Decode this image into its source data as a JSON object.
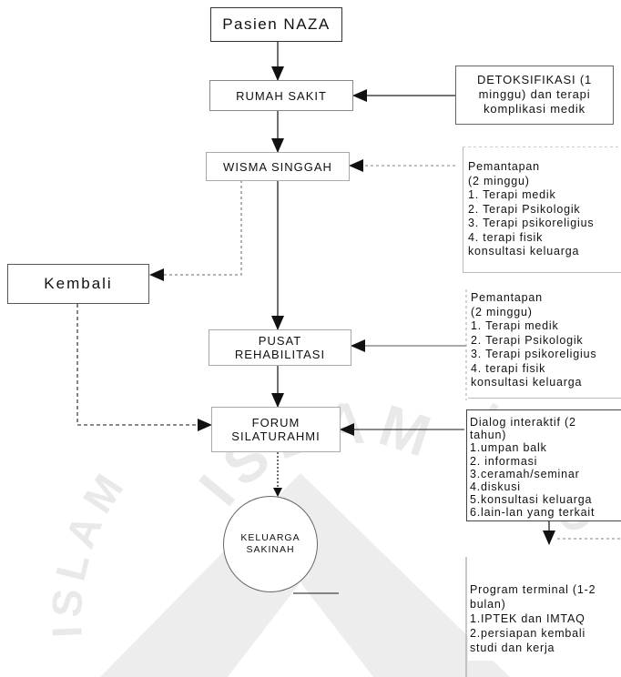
{
  "watermark": {
    "arc_top": "ISLAM",
    "arc_left": "ISLAM",
    "arc_right": "INDO"
  },
  "nodes": {
    "pasien": "Pasien NAZA",
    "rumah_sakit": "RUMAH SAKIT",
    "wisma": "WISMA SINGGAH",
    "kembali": "Kembali",
    "pusat": [
      "PUSAT",
      "REHABILITASI"
    ],
    "forum": [
      "FORUM",
      "SILATURAHMI"
    ],
    "keluarga": [
      "KELUARGA",
      "SAKINAH"
    ]
  },
  "notes": {
    "detoks": [
      "DETOKSIFIKASI (1",
      "minggu) dan terapi",
      "komplikasi medik"
    ],
    "pemantapan1": [
      "Pemantapan",
      "(2 minggu)",
      "1. Terapi medik",
      "2. Terapi Psikologik",
      "3. Terapi psikoreligius",
      "4. terapi fisik",
      "konsultasi keluarga"
    ],
    "pemantapan2": [
      "Pemantapan",
      "(2 minggu)",
      "1. Terapi medik",
      "2. Terapi Psikologik",
      "3. Terapi psikoreligius",
      "4. terapi fisik",
      "konsultasi keluarga"
    ],
    "dialog": [
      "Dialog interaktif (2",
      "tahun)",
      "1.umpan balk",
      "2. informasi",
      "3.ceramah/seminar",
      "4.diskusi",
      "5.konsultasi keluarga",
      "6.lain-lan yang terkait"
    ],
    "program": [
      "Program terminal (1-2",
      "bulan)",
      "1.IPTEK dan IMTAQ",
      "2.persiapan kembali",
      "studi dan kerja"
    ]
  }
}
